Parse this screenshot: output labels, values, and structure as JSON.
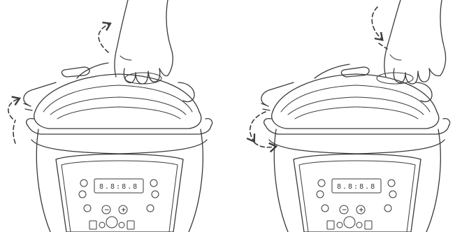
{
  "panels": [
    {
      "id": "left",
      "display_text": "8.8:8.8",
      "minus_symbol": "−",
      "plus_symbol": "+",
      "arrows": [
        "rotate-up-arrow",
        "rotate-left-arrow"
      ],
      "icons": [
        "pressure-cooker-icon",
        "hand-icon"
      ]
    },
    {
      "id": "right",
      "display_text": "8.8:8.8",
      "minus_symbol": "−",
      "plus_symbol": "+",
      "arrows": [
        "lift-down-arrow",
        "rotate-right-down-arrow"
      ],
      "icons": [
        "pressure-cooker-icon",
        "hand-icon"
      ]
    }
  ],
  "colors": {
    "line": "#3a3a3a",
    "background": "#ffffff"
  }
}
